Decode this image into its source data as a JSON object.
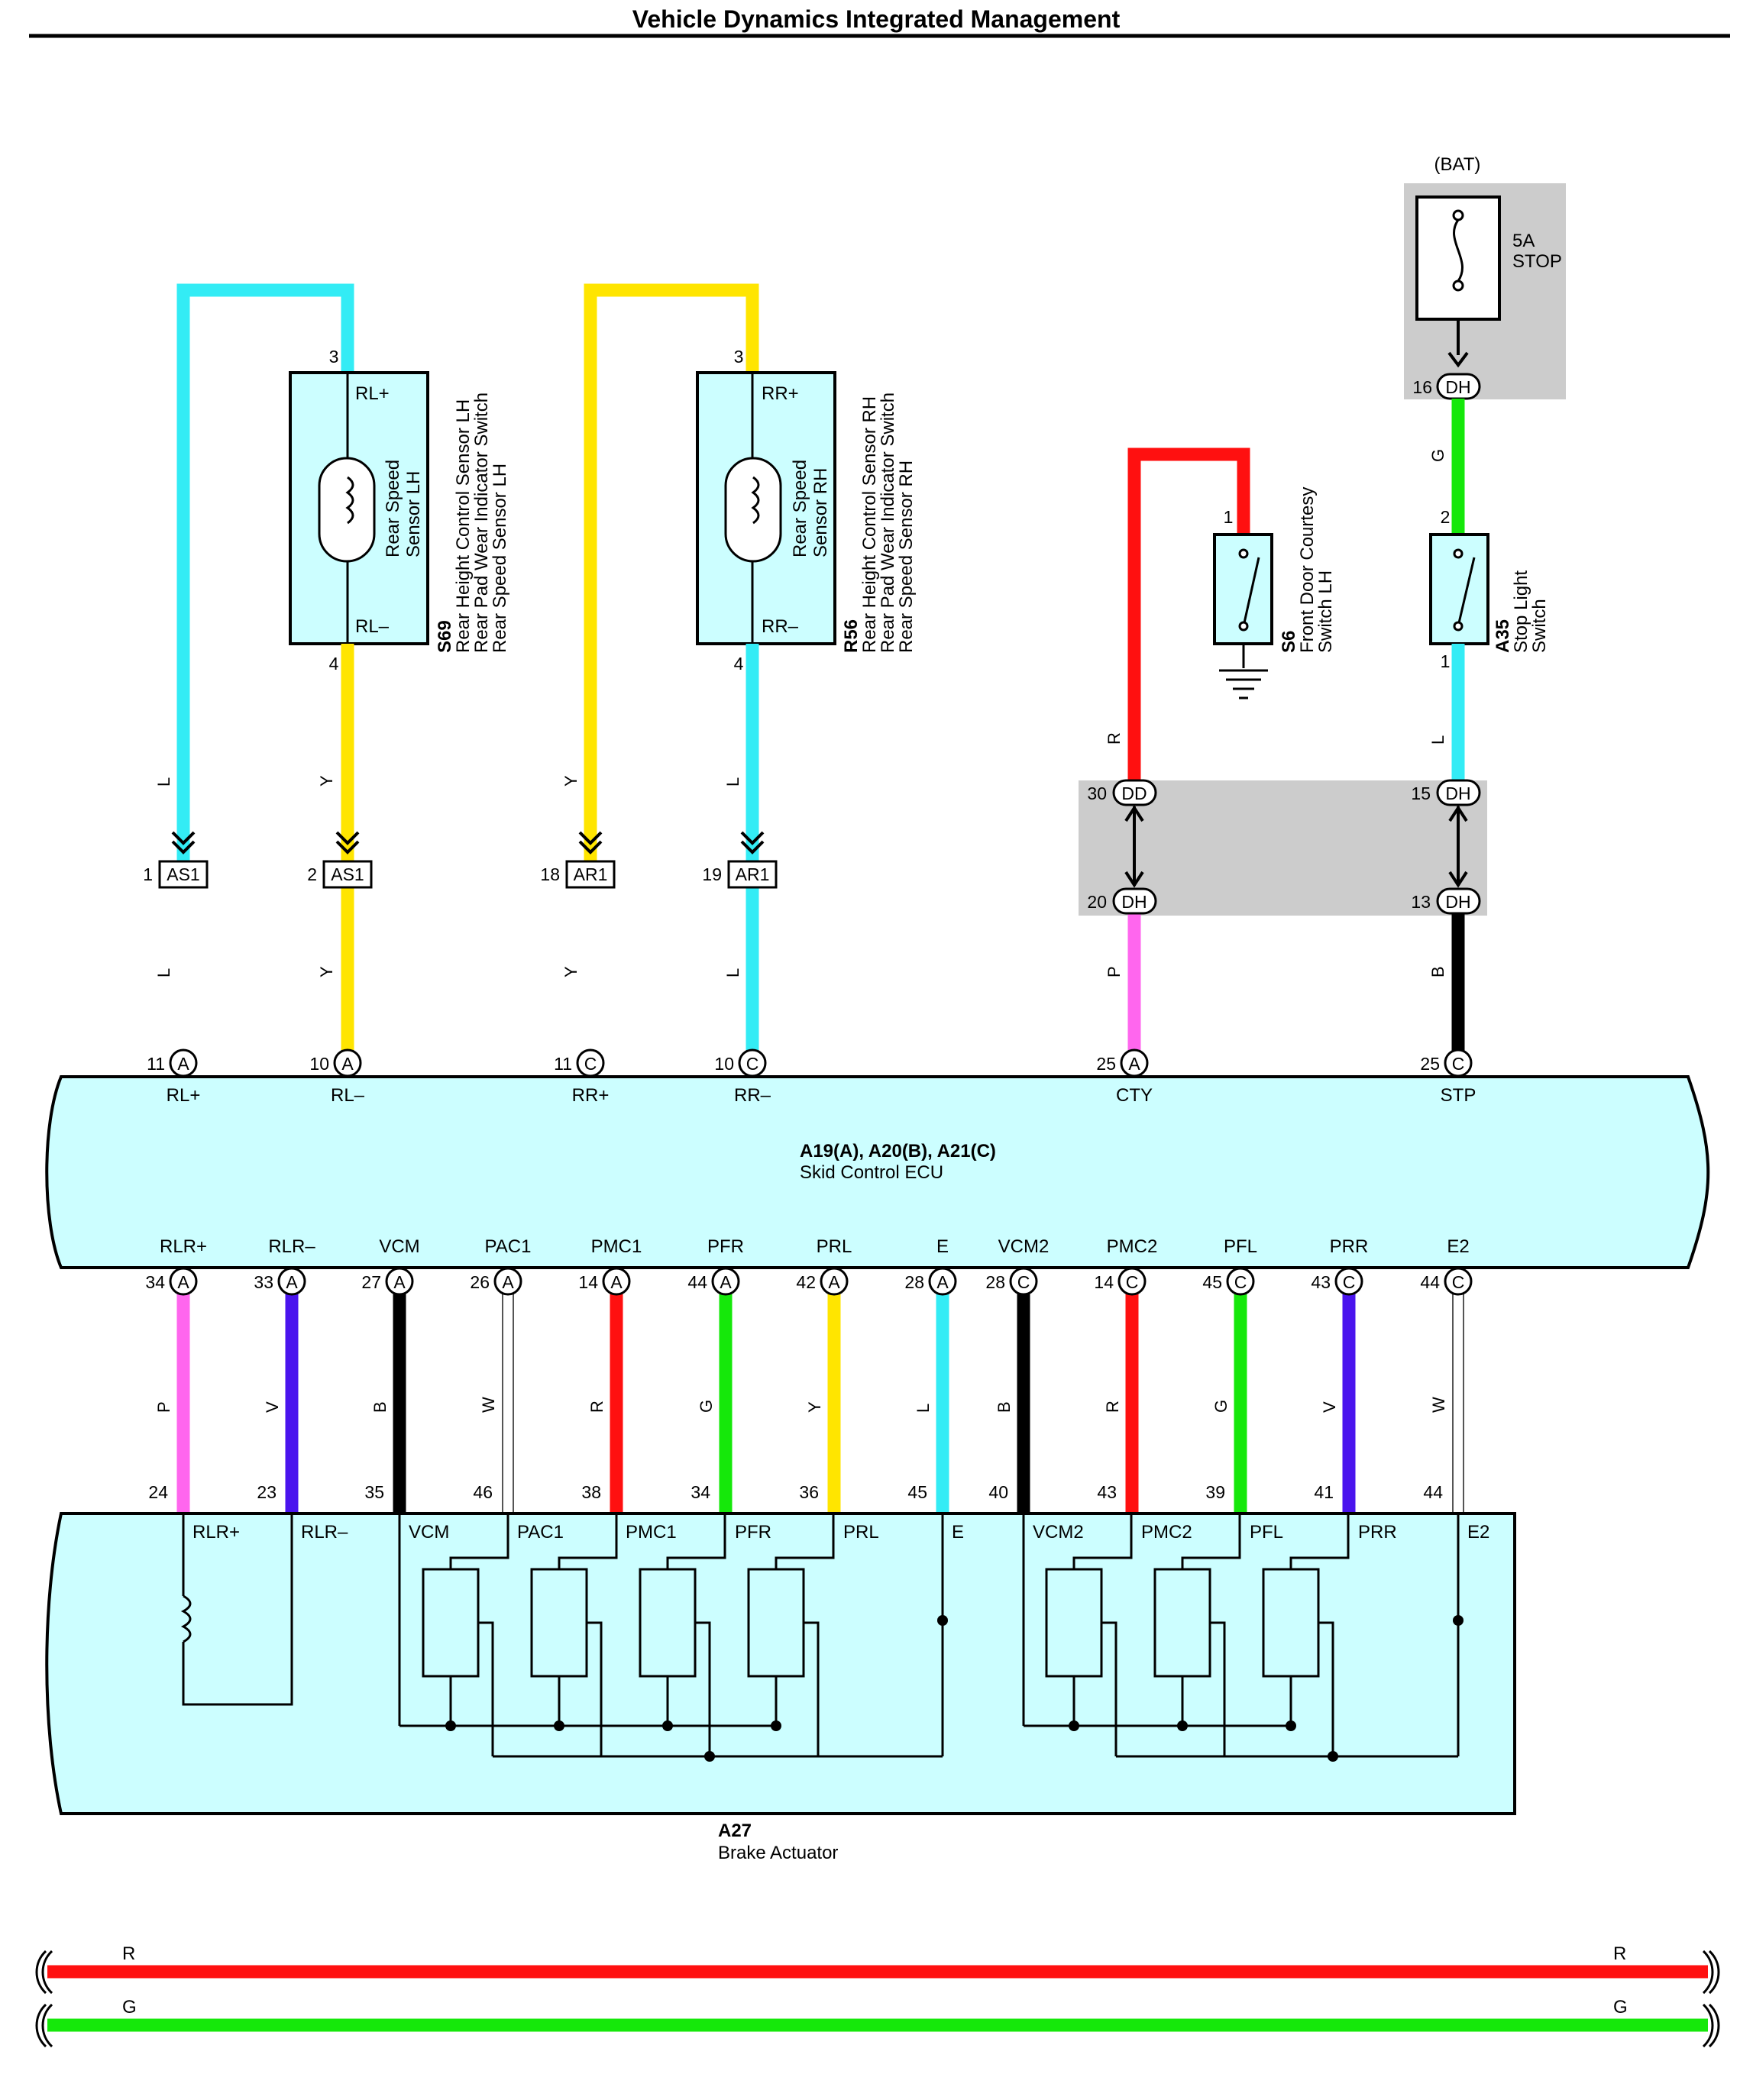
{
  "title": "Vehicle Dynamics Integrated Management",
  "colors": {
    "L": "#33ecf5",
    "Y": "#ffe500",
    "R": "#ff1010",
    "G": "#15e80a",
    "P": "#ff66ee",
    "V": "#4a14ee",
    "B": "#000000",
    "W": "#ffffff",
    "box": "#ccfeff",
    "gray": "#cccccc"
  },
  "bat": {
    "label": "(BAT)",
    "fuse_amp": "5A",
    "fuse_name": "STOP",
    "pin": "16",
    "conn": "DH"
  },
  "s69": {
    "id": "S69",
    "desc1": "Rear Height Control Sensor LH",
    "desc2": "Rear Pad Wear Indicator Switch",
    "desc3": "Rear Speed Sensor LH",
    "inner1": "Rear Speed",
    "inner2": "Sensor LH",
    "top_label": "RL+",
    "bottom_label": "RL–",
    "top_pin": "3",
    "bottom_pin": "4"
  },
  "r56": {
    "id": "R56",
    "desc1": "Rear Height Control Sensor RH",
    "desc2": "Rear Pad Wear Indicator Switch",
    "desc3": "Rear Speed Sensor RH",
    "inner1": "Rear Speed",
    "inner2": "Sensor RH",
    "top_label": "RR+",
    "bottom_label": "RR–",
    "top_pin": "3",
    "bottom_pin": "4"
  },
  "s6": {
    "id": "S6",
    "desc1": "Front Door Courtesy",
    "desc2": "Switch LH",
    "pin": "1"
  },
  "a35": {
    "id": "A35",
    "desc1": "Stop Light",
    "desc2": "Switch",
    "top_pin": "2",
    "bottom_pin": "1"
  },
  "wire_colors": {
    "w1": "L",
    "w2": "Y",
    "w3": "Y",
    "w4": "L",
    "w5": "R",
    "w6": "G",
    "w7": "L",
    "w1b": "L",
    "w2b": "Y",
    "w3b": "Y",
    "w4b": "L",
    "w5b": "P",
    "w7b": "B"
  },
  "inline_connectors": [
    {
      "pin": "1",
      "conn": "AS1"
    },
    {
      "pin": "2",
      "conn": "AS1"
    },
    {
      "pin": "18",
      "conn": "AR1"
    },
    {
      "pin": "19",
      "conn": "AR1"
    }
  ],
  "jb": {
    "p1": "30",
    "c1": "DD",
    "p2": "20",
    "c2": "DH",
    "p3": "15",
    "c3": "DH",
    "p4": "13",
    "c4": "DH"
  },
  "ecu": {
    "title": "A19(A), A20(B), A21(C)",
    "name": "Skid Control ECU",
    "top_pins": [
      {
        "num": "11",
        "conn": "A",
        "label": "RL+"
      },
      {
        "num": "10",
        "conn": "A",
        "label": "RL–"
      },
      {
        "num": "11",
        "conn": "C",
        "label": "RR+"
      },
      {
        "num": "10",
        "conn": "C",
        "label": "RR–"
      },
      {
        "num": "25",
        "conn": "A",
        "label": "CTY"
      },
      {
        "num": "25",
        "conn": "C",
        "label": "STP"
      }
    ],
    "bottom_pins": [
      {
        "num": "34",
        "conn": "A",
        "label": "RLR+",
        "wire": "P",
        "apin": "24"
      },
      {
        "num": "33",
        "conn": "A",
        "label": "RLR–",
        "wire": "V",
        "apin": "23"
      },
      {
        "num": "27",
        "conn": "A",
        "label": "VCM",
        "wire": "B",
        "apin": "35"
      },
      {
        "num": "26",
        "conn": "A",
        "label": "PAC1",
        "wire": "W",
        "apin": "46"
      },
      {
        "num": "14",
        "conn": "A",
        "label": "PMC1",
        "wire": "R",
        "apin": "38"
      },
      {
        "num": "44",
        "conn": "A",
        "label": "PFR",
        "wire": "G",
        "apin": "34"
      },
      {
        "num": "42",
        "conn": "A",
        "label": "PRL",
        "wire": "Y",
        "apin": "36"
      },
      {
        "num": "28",
        "conn": "A",
        "label": "E",
        "wire": "L",
        "apin": "45"
      },
      {
        "num": "28",
        "conn": "C",
        "label": "VCM2",
        "wire": "B",
        "apin": "40"
      },
      {
        "num": "14",
        "conn": "C",
        "label": "PMC2",
        "wire": "R",
        "apin": "43"
      },
      {
        "num": "45",
        "conn": "C",
        "label": "PFL",
        "wire": "G",
        "apin": "39"
      },
      {
        "num": "43",
        "conn": "C",
        "label": "PRR",
        "wire": "V",
        "apin": "41"
      },
      {
        "num": "44",
        "conn": "C",
        "label": "E2",
        "wire": "W",
        "apin": "44"
      }
    ]
  },
  "actuator": {
    "id": "A27",
    "name": "Brake Actuator",
    "labels": [
      "RLR+",
      "RLR–",
      "VCM",
      "PAC1",
      "PMC1",
      "PFR",
      "PRL",
      "E",
      "VCM2",
      "PMC2",
      "PFL",
      "PRR",
      "E2"
    ]
  },
  "bus": {
    "r_left": "R",
    "r_right": "R",
    "g_left": "G",
    "g_right": "G"
  }
}
